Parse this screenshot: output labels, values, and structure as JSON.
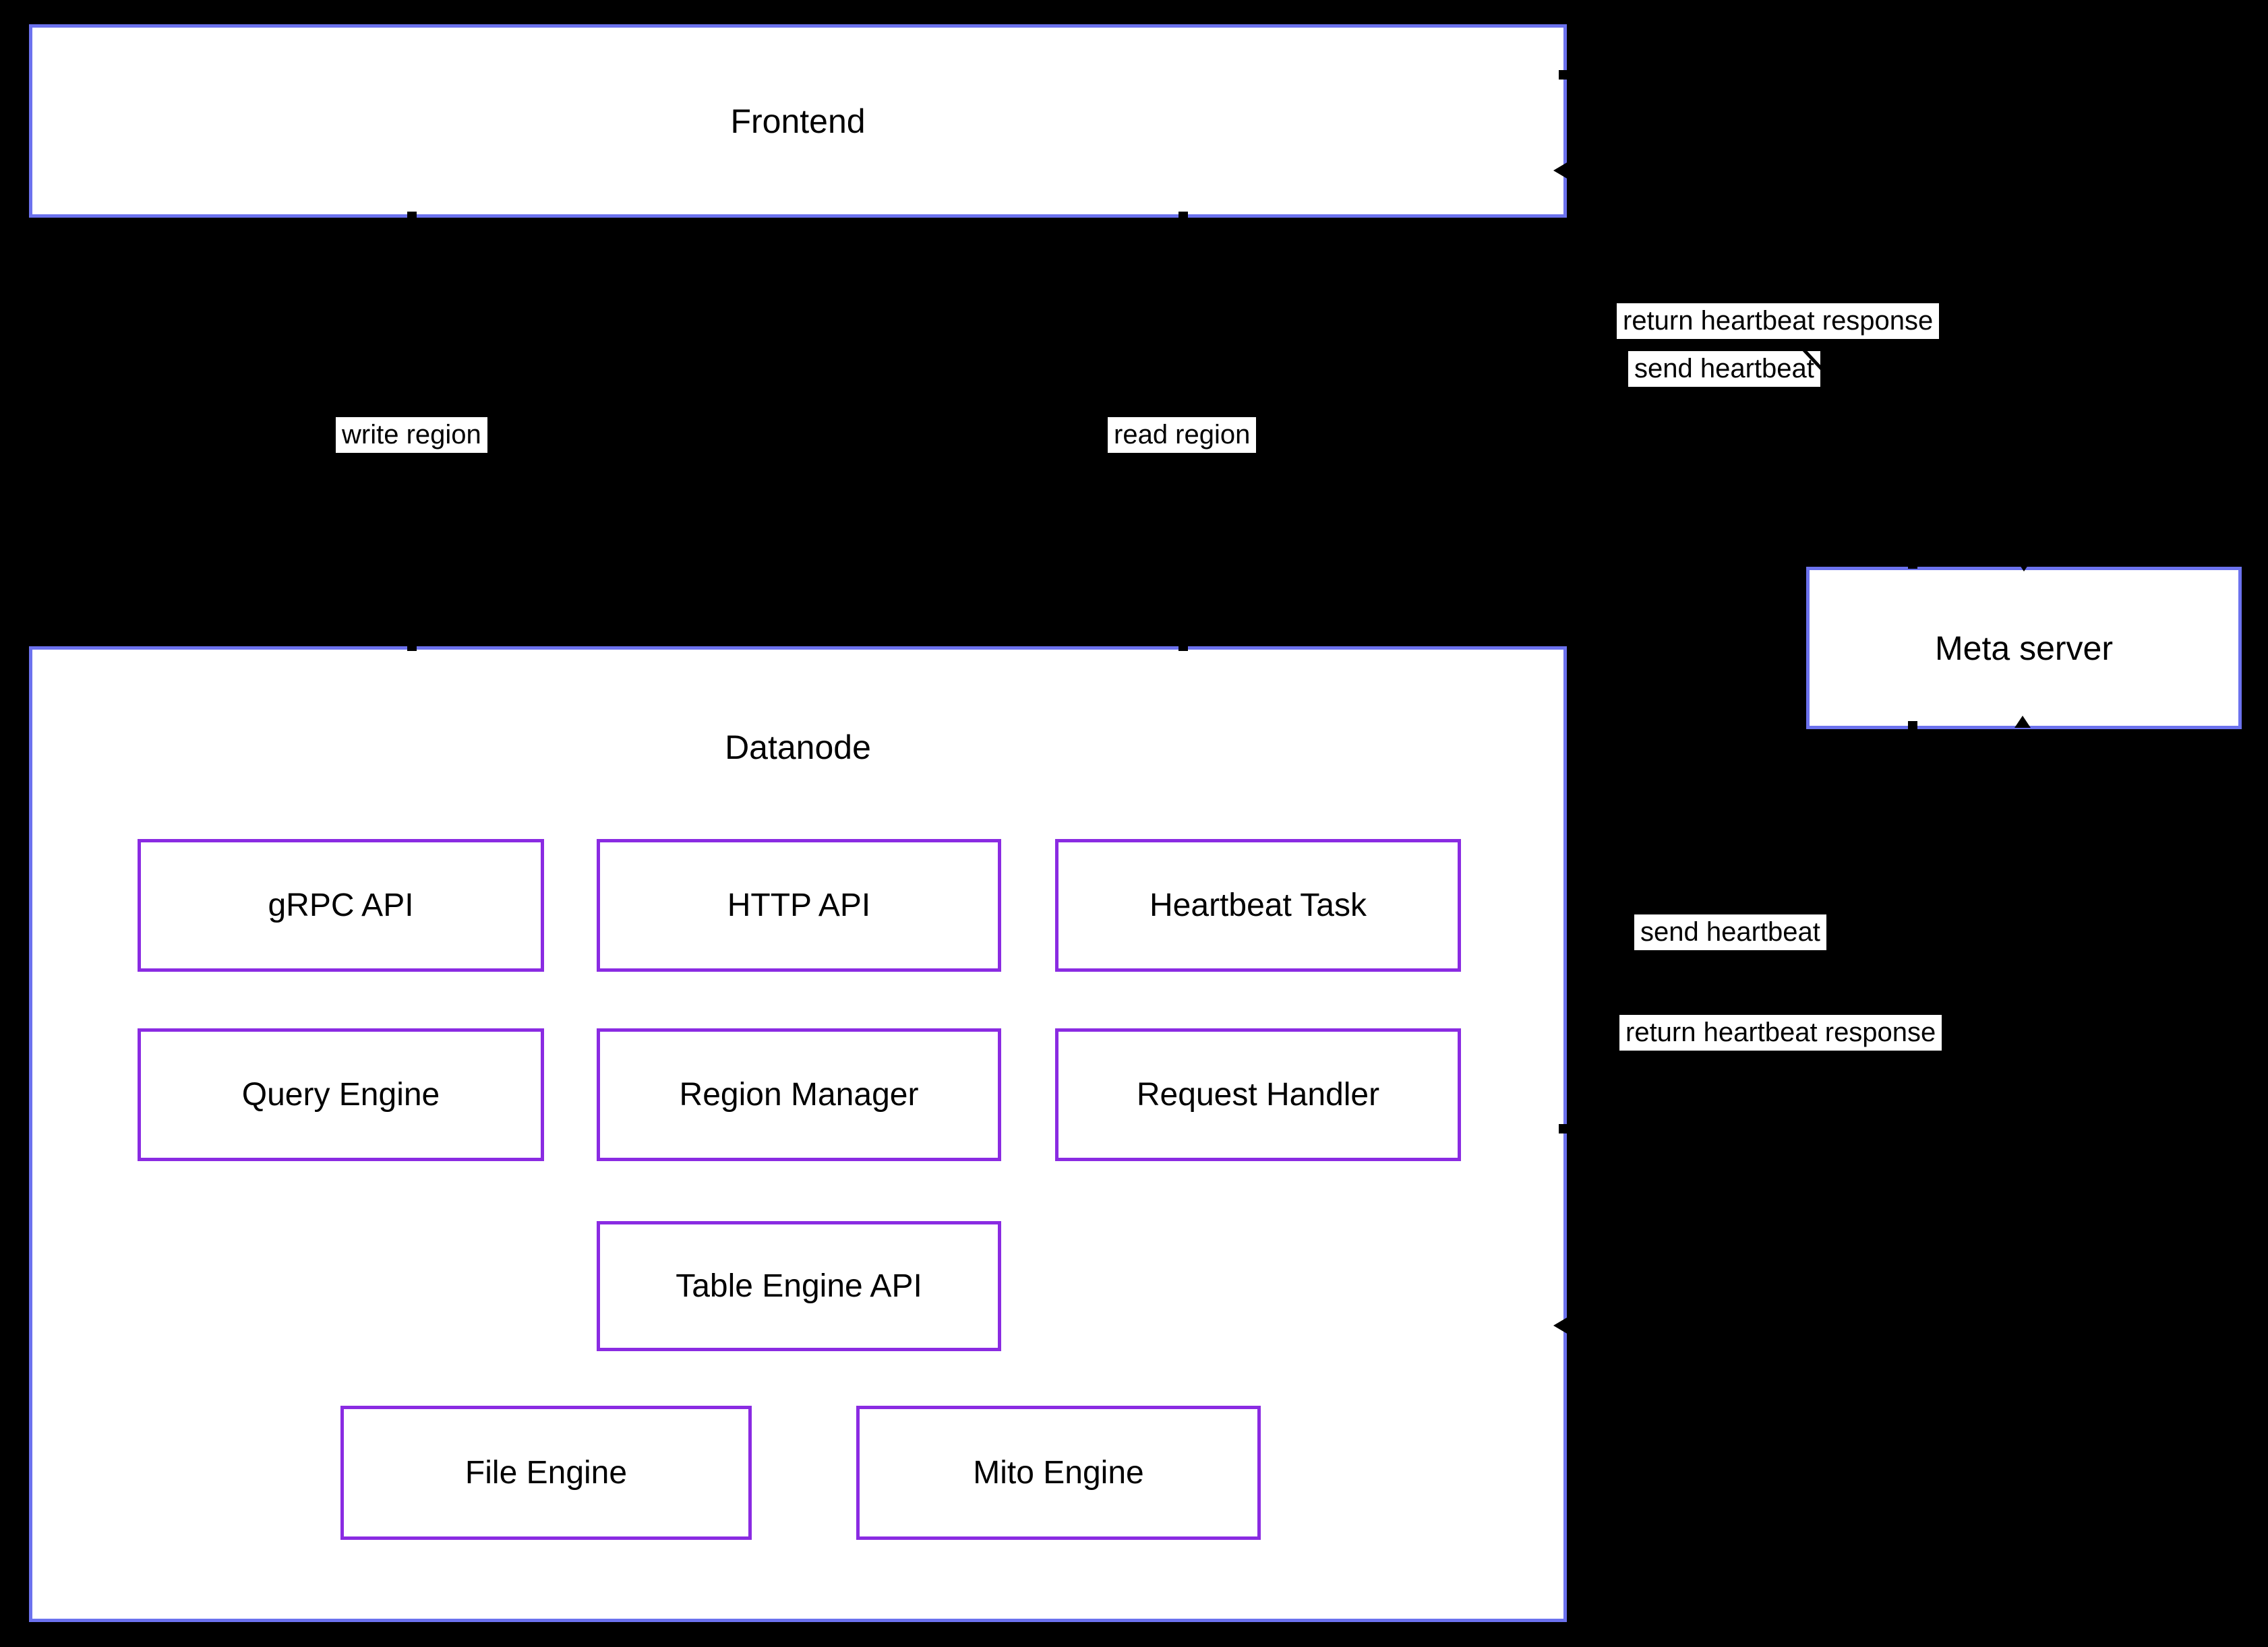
{
  "diagram": {
    "title": "GreptimeDB-style architecture diagram",
    "colors": {
      "background": "#000000",
      "outer_node_border": "#6c72ee",
      "inner_node_border": "#8a2be2",
      "node_fill": "#ffffff",
      "text": "#000000",
      "edge_label_background": "#ffffff"
    },
    "nodes": {
      "frontend": {
        "label": "Frontend"
      },
      "datanode": {
        "label": "Datanode",
        "children": [
          {
            "label": "gRPC API"
          },
          {
            "label": "HTTP API"
          },
          {
            "label": "Heartbeat Task"
          },
          {
            "label": "Query Engine"
          },
          {
            "label": "Region Manager"
          },
          {
            "label": "Request Handler"
          },
          {
            "label": "Table Engine API"
          },
          {
            "label": "File Engine"
          },
          {
            "label": "Mito Engine"
          }
        ]
      },
      "meta_server": {
        "label": "Meta server"
      }
    },
    "edge_labels": {
      "write_region": "write region",
      "read_region": "read region",
      "return_heartbeat_top": "return heartbeat response",
      "send_heartbeat_top": "send heartbeat",
      "send_heartbeat_mid": "send heartbeat",
      "return_heartbeat_mid": "return heartbeat response"
    },
    "edges": [
      {
        "from": "frontend",
        "to": "datanode",
        "label": "write region"
      },
      {
        "from": "frontend",
        "to": "datanode",
        "label": "read region"
      },
      {
        "from": "frontend",
        "to": "meta_server",
        "label": "send heartbeat"
      },
      {
        "from": "meta_server",
        "to": "frontend",
        "label": "return heartbeat response"
      },
      {
        "from": "datanode",
        "to": "meta_server",
        "label": "send heartbeat"
      },
      {
        "from": "meta_server",
        "to": "datanode",
        "label": "return heartbeat response"
      }
    ]
  }
}
